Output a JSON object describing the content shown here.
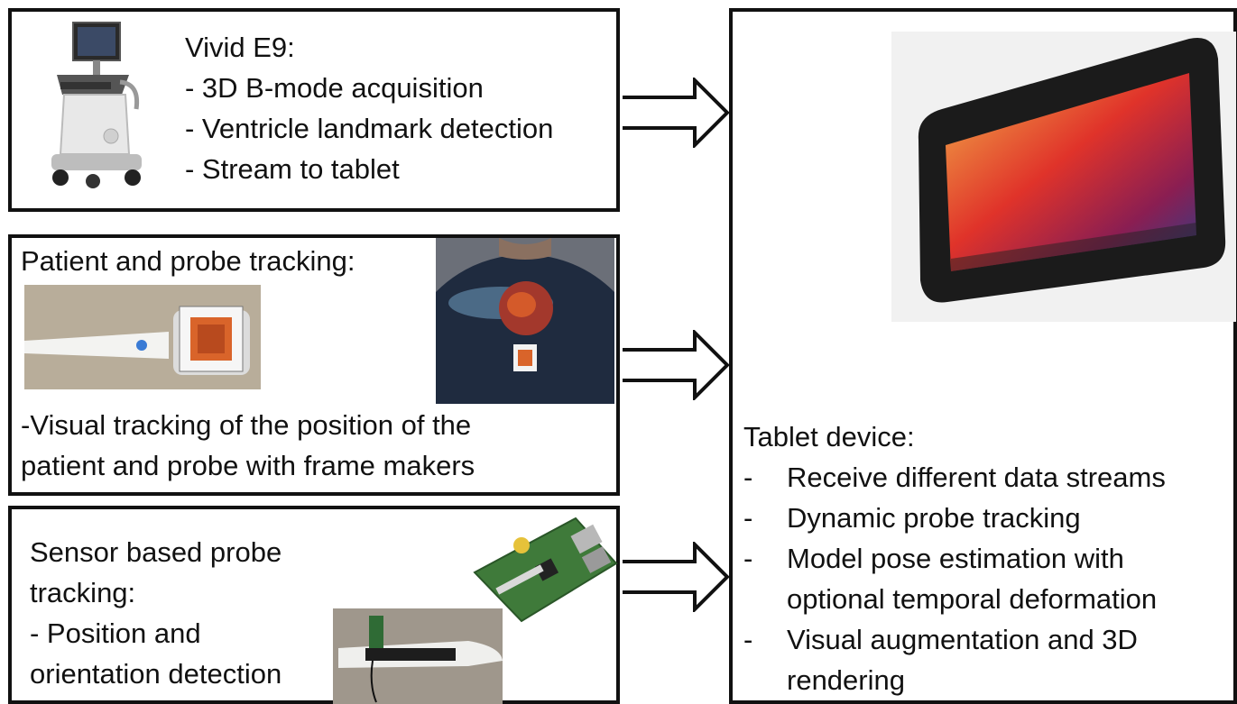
{
  "vivid_box": {
    "title": "Vivid E9:",
    "items": [
      "- 3D B-mode acquisition",
      "- Ventricle landmark detection",
      "- Stream to tablet"
    ]
  },
  "tracking_box": {
    "title": "Patient and probe tracking:",
    "description_lines": [
      "-Visual tracking of the position of the",
      "patient and probe with frame makers"
    ]
  },
  "sensor_box": {
    "lines": [
      "Sensor based probe",
      "tracking:",
      "- Position and",
      "orientation detection"
    ]
  },
  "tablet_box": {
    "title": "Tablet device:",
    "items": [
      {
        "dash": "-",
        "text": "Receive different data streams"
      },
      {
        "dash": "-",
        "text": "Dynamic probe tracking"
      },
      {
        "dash": "-",
        "text": "Model pose estimation with"
      },
      {
        "dash": "",
        "text": "optional temporal deformation"
      },
      {
        "dash": "-",
        "text": "Visual augmentation and 3D"
      },
      {
        "dash": "",
        "text": "rendering"
      }
    ]
  }
}
